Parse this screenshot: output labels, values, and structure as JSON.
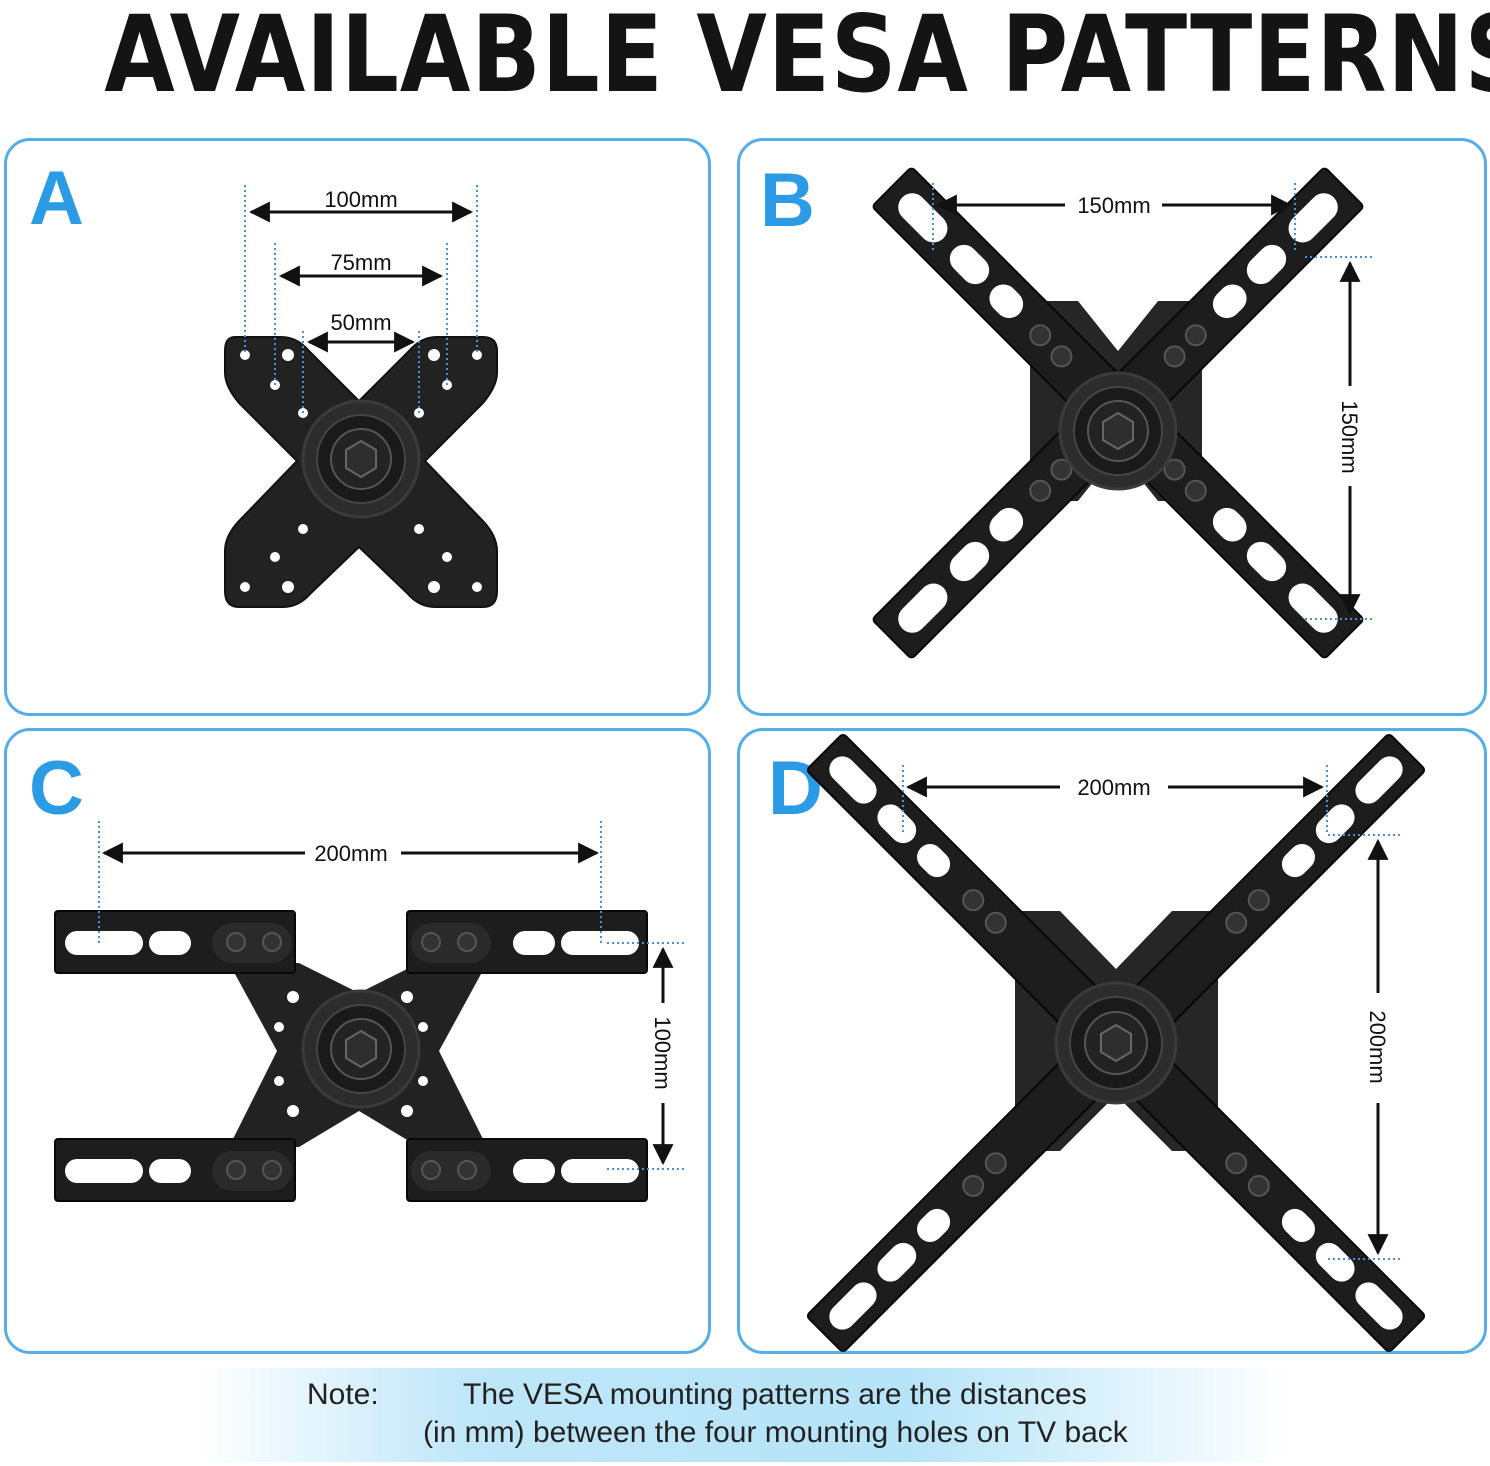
{
  "title": "AVAILABLE VESA PATTERNS",
  "panels": [
    {
      "letter": "A",
      "dims": [
        "100mm",
        "75mm",
        "50mm"
      ]
    },
    {
      "letter": "B",
      "dims": [
        "150mm",
        "150mm"
      ]
    },
    {
      "letter": "C",
      "dims": [
        "200mm",
        "100mm"
      ]
    },
    {
      "letter": "D",
      "dims": [
        "200mm",
        "200mm"
      ]
    }
  ],
  "note": {
    "label": "Note:",
    "line1": "The VESA mounting patterns are the distances",
    "line2": "(in mm) between the four mounting holes on TV back"
  },
  "colors": {
    "accent": "#2b9be6",
    "border": "#55aee6",
    "plate": "#1e1e1e",
    "guide": "#4a90d9"
  }
}
